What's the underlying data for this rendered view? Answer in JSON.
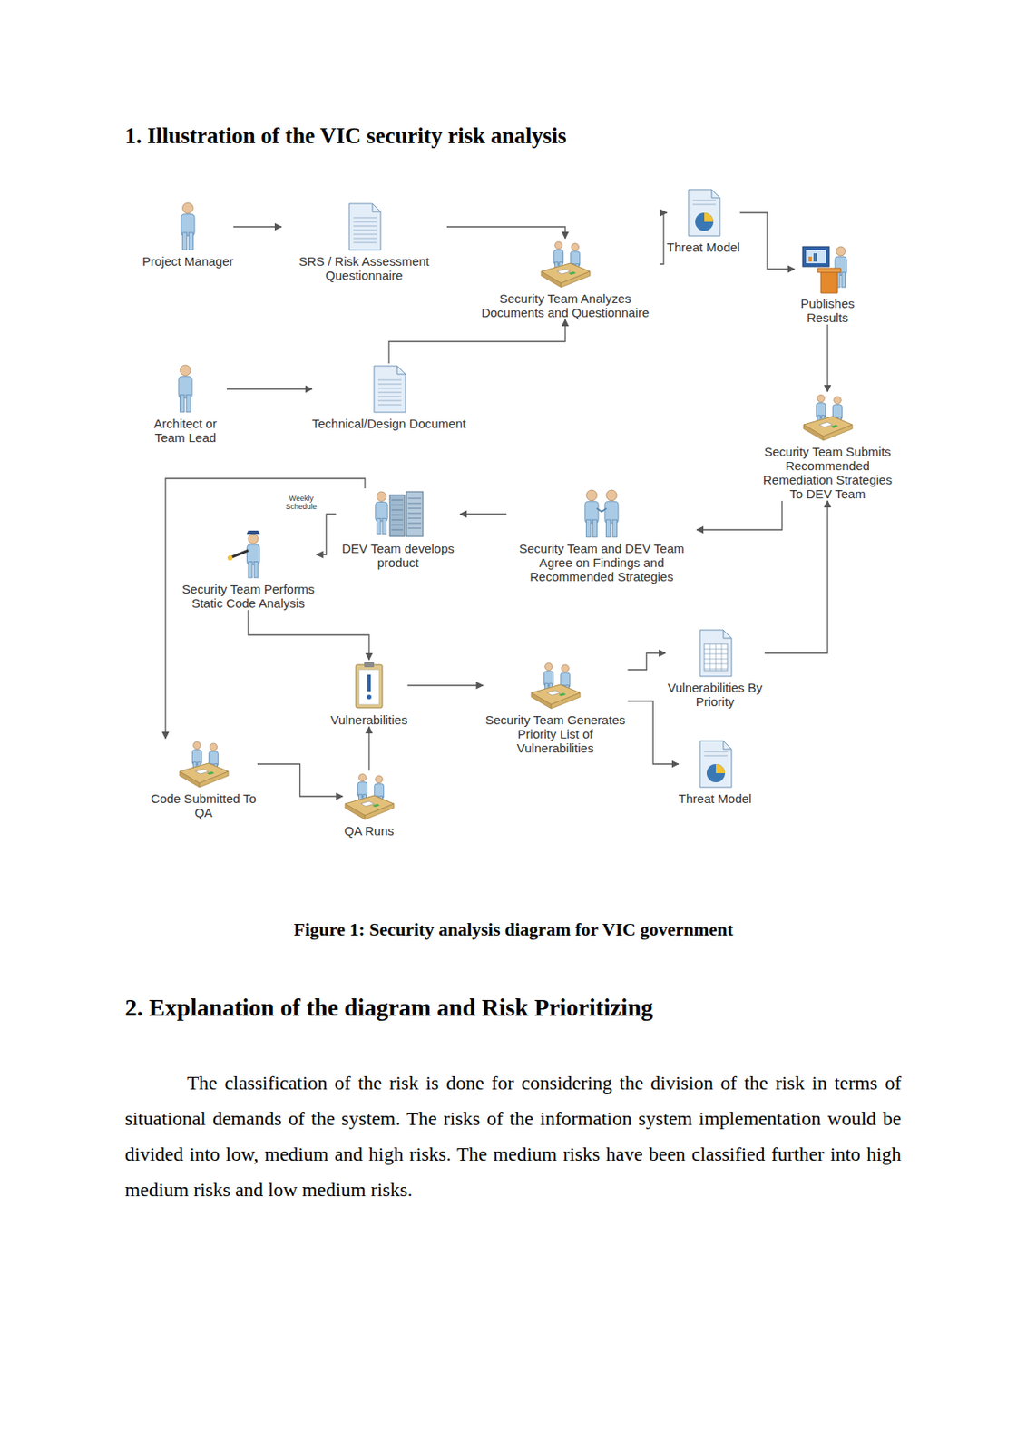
{
  "diagram": {
    "title": "1. Illustration of the VIC security risk analysis",
    "caption": "Figure 1: Security analysis diagram for VIC government",
    "nodes": [
      {
        "text": [
          "Project Manager"
        ]
      },
      {
        "text": [
          "SRS / Risk Assessment Questionnaire"
        ]
      },
      {
        "text": [
          "Security Team Analyzes Documents and Questionnaire"
        ]
      },
      {
        "text": [
          "Threat Model"
        ]
      },
      {
        "text": [
          "Publishes Results"
        ]
      },
      {
        "text": [
          "Architect or Team Lead"
        ]
      },
      {
        "text": [
          "Technical/Design Document"
        ]
      },
      {
        "text": [
          "Security Team Submits Recommended Remediation Strategies To DEV Team"
        ]
      },
      {
        "text": [
          "DEV Team develops product"
        ]
      },
      {
        "text": [
          "Security Team and DEV Team Agree on Findings and Recommended Strategies"
        ]
      },
      {
        "text": [
          "Security Team Performs Static Code Analysis"
        ]
      },
      {
        "text": [
          "Vulnerabilities"
        ]
      },
      {
        "text": [
          "Security Team Generates Priority List of Vulnerabilities"
        ]
      },
      {
        "text": [
          "Vulnerabilities By Priority"
        ]
      },
      {
        "text": [
          "Threat Model"
        ]
      },
      {
        "text": [
          "Code Submitted To QA"
        ]
      },
      {
        "text": [
          "QA Runs"
        ]
      }
    ],
    "edges": [
      {
        "from": 0,
        "to": 1,
        "arrow": "to"
      },
      {
        "from": 1,
        "to": 2,
        "arrow": "to"
      },
      {
        "from": 5,
        "to": 6,
        "arrow": "to"
      },
      {
        "from": 6,
        "to": 2,
        "arrow": "to"
      },
      {
        "from": 2,
        "to": 3,
        "arrow": "to"
      },
      {
        "from": 3,
        "to": 4,
        "arrow": "to"
      },
      {
        "from": 4,
        "to": 7,
        "arrow": "to"
      },
      {
        "from": 7,
        "to": 9,
        "arrow": "to"
      },
      {
        "from": 9,
        "to": 8,
        "arrow": "to"
      },
      {
        "from": 8,
        "to": 10,
        "arrow": "to"
      },
      {
        "from": 10,
        "to": 11,
        "arrow": "to"
      },
      {
        "from": 8,
        "to": 15,
        "arrow": "to"
      },
      {
        "from": 15,
        "to": 16,
        "arrow": "to"
      },
      {
        "from": 16,
        "to": 11,
        "arrow": "to"
      },
      {
        "from": 11,
        "to": 12,
        "arrow": "to"
      },
      {
        "from": 12,
        "to": 13,
        "arrow": "to"
      },
      {
        "from": 12,
        "to": 14,
        "arrow": "to"
      },
      {
        "from": 13,
        "to": 7,
        "arrow": "to"
      }
    ],
    "labels": [
      "Weekly Schedule",
      "2. Explanation of the diagram and Risk Prioritizing",
      "The classification of the risk is done for considering the division of the risk in terms of situational demands of the system. The risks of the information system implementation would be divided into low, medium and high risks. The medium risks have been classified further into high medium risks and low medium risks."
    ]
  }
}
